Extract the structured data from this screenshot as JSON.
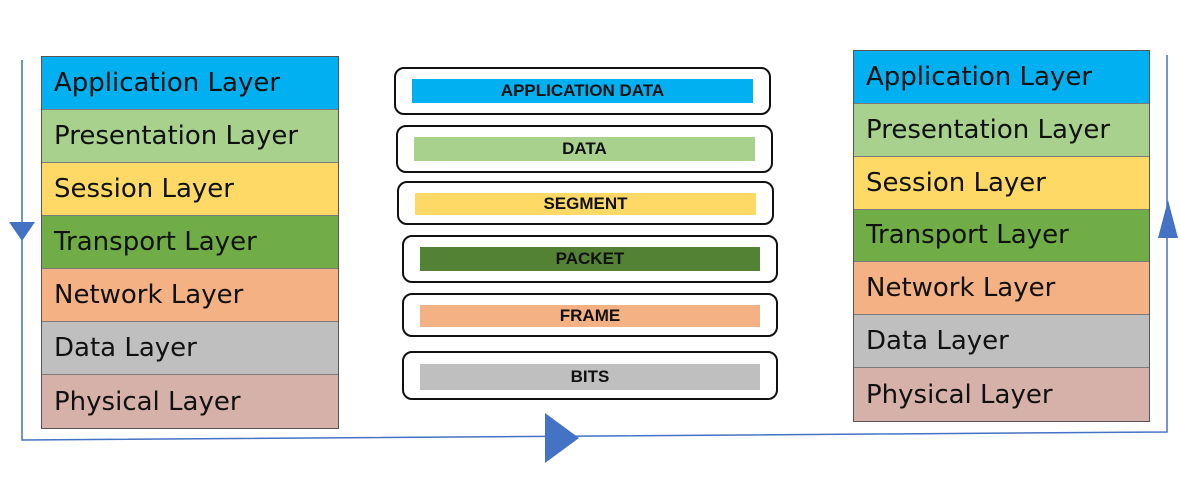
{
  "colors": {
    "application": "#00b0f0",
    "presentation": "#a9d18e",
    "session": "#ffd966",
    "transport": "#70ad47",
    "network": "#f4b183",
    "data": "#bfbfbf",
    "physical": "#d5b1a9",
    "packet_bar": "#548235",
    "flow_line": "#4472c4"
  },
  "sender_stack": {
    "layers": [
      {
        "label": "Application Layer",
        "color_key": "application"
      },
      {
        "label": "Presentation Layer",
        "color_key": "presentation"
      },
      {
        "label": "Session Layer",
        "color_key": "session"
      },
      {
        "label": "Transport Layer",
        "color_key": "transport"
      },
      {
        "label": "Network Layer",
        "color_key": "network"
      },
      {
        "label": "Data Layer",
        "color_key": "data"
      },
      {
        "label": "Physical Layer",
        "color_key": "physical"
      }
    ]
  },
  "receiver_stack": {
    "layers": [
      {
        "label": "Application Layer",
        "color_key": "application"
      },
      {
        "label": "Presentation Layer",
        "color_key": "presentation"
      },
      {
        "label": "Session Layer",
        "color_key": "session"
      },
      {
        "label": "Transport Layer",
        "color_key": "transport"
      },
      {
        "label": "Network Layer",
        "color_key": "network"
      },
      {
        "label": "Data Layer",
        "color_key": "data"
      },
      {
        "label": "Physical Layer",
        "color_key": "physical"
      }
    ]
  },
  "pdus": [
    {
      "label": "APPLICATION DATA",
      "color_key": "application"
    },
    {
      "label": "DATA",
      "color_key": "presentation"
    },
    {
      "label": "SEGMENT",
      "color_key": "session"
    },
    {
      "label": "PACKET",
      "color_key": "packet_bar"
    },
    {
      "label": "FRAME",
      "color_key": "network"
    },
    {
      "label": "BITS",
      "color_key": "data"
    }
  ]
}
